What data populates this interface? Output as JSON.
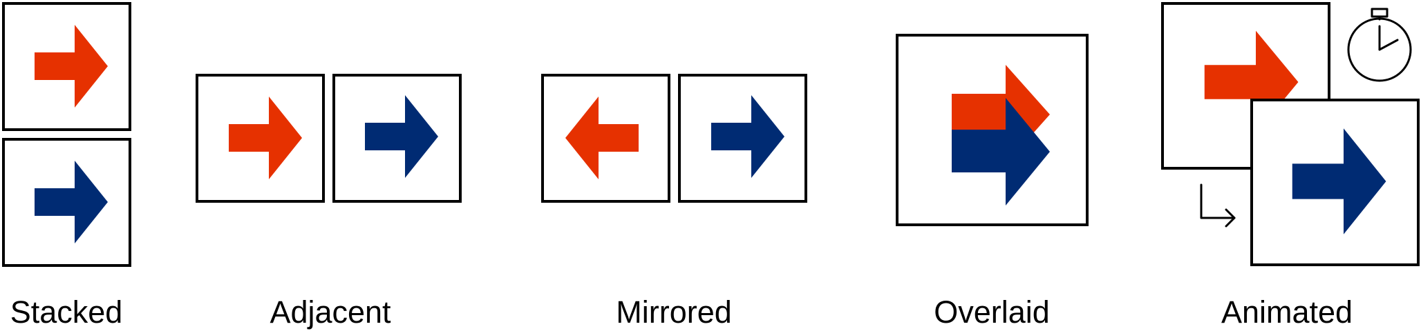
{
  "colors": {
    "primary": "#E63100",
    "secondary": "#002B73",
    "frame": "#000000",
    "background": "#ffffff"
  },
  "panels": [
    {
      "id": "stacked",
      "label": "Stacked"
    },
    {
      "id": "adjacent",
      "label": "Adjacent"
    },
    {
      "id": "mirrored",
      "label": "Mirrored"
    },
    {
      "id": "overlaid",
      "label": "Overlaid"
    },
    {
      "id": "animated",
      "label": "Animated"
    }
  ],
  "icons": {
    "timer": "stopwatch-icon",
    "transition": "turn-down-right-arrow-icon"
  }
}
